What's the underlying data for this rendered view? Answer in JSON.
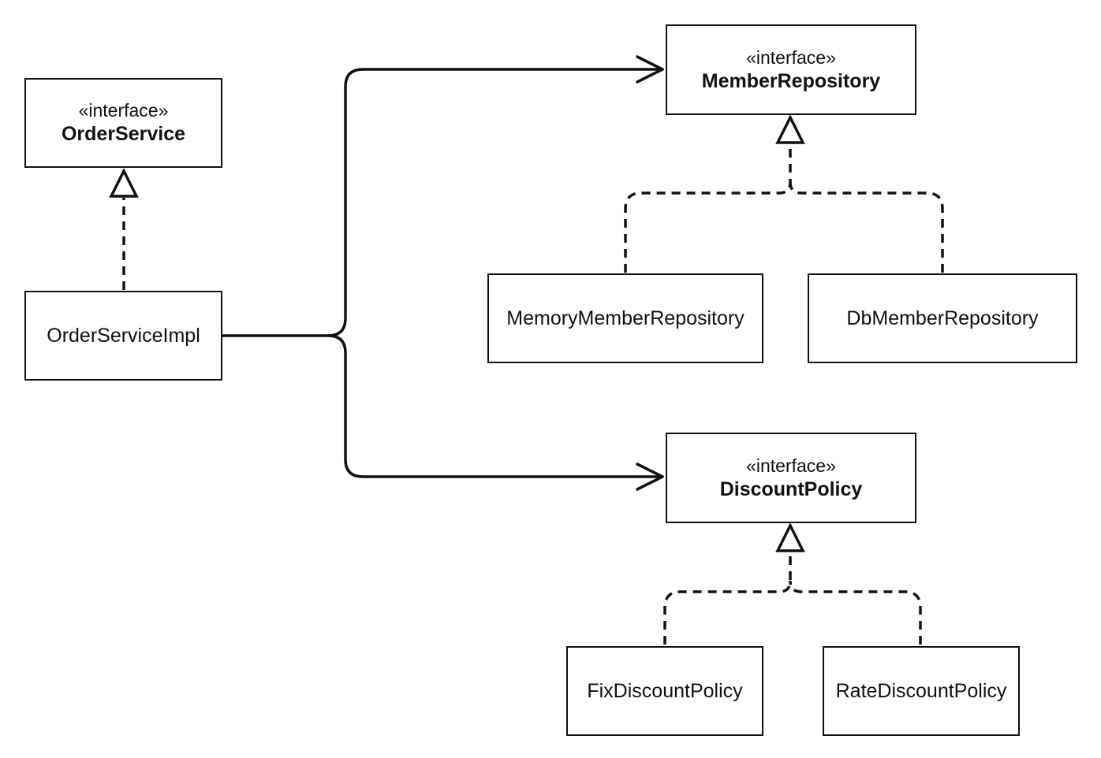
{
  "diagram": {
    "interfaces": {
      "order_service": {
        "stereotype": "«interface»",
        "name": "OrderService"
      },
      "member_repository": {
        "stereotype": "«interface»",
        "name": "MemberRepository"
      },
      "discount_policy": {
        "stereotype": "«interface»",
        "name": "DiscountPolicy"
      }
    },
    "classes": {
      "order_service_impl": {
        "name": "OrderServiceImpl"
      },
      "memory_member_repository": {
        "name": "MemoryMemberRepository"
      },
      "db_member_repository": {
        "name": "DbMemberRepository"
      },
      "fix_discount_policy": {
        "name": "FixDiscountPolicy"
      },
      "rate_discount_policy": {
        "name": "RateDiscountPolicy"
      }
    }
  }
}
